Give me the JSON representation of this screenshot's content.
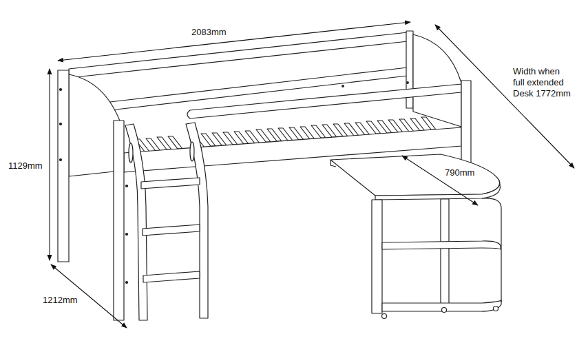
{
  "diagram": {
    "labels": [
      "2083mm",
      "Width when full extended Desk 1772mm",
      "790mm",
      "1129mm",
      "1212mm"
    ]
  }
}
